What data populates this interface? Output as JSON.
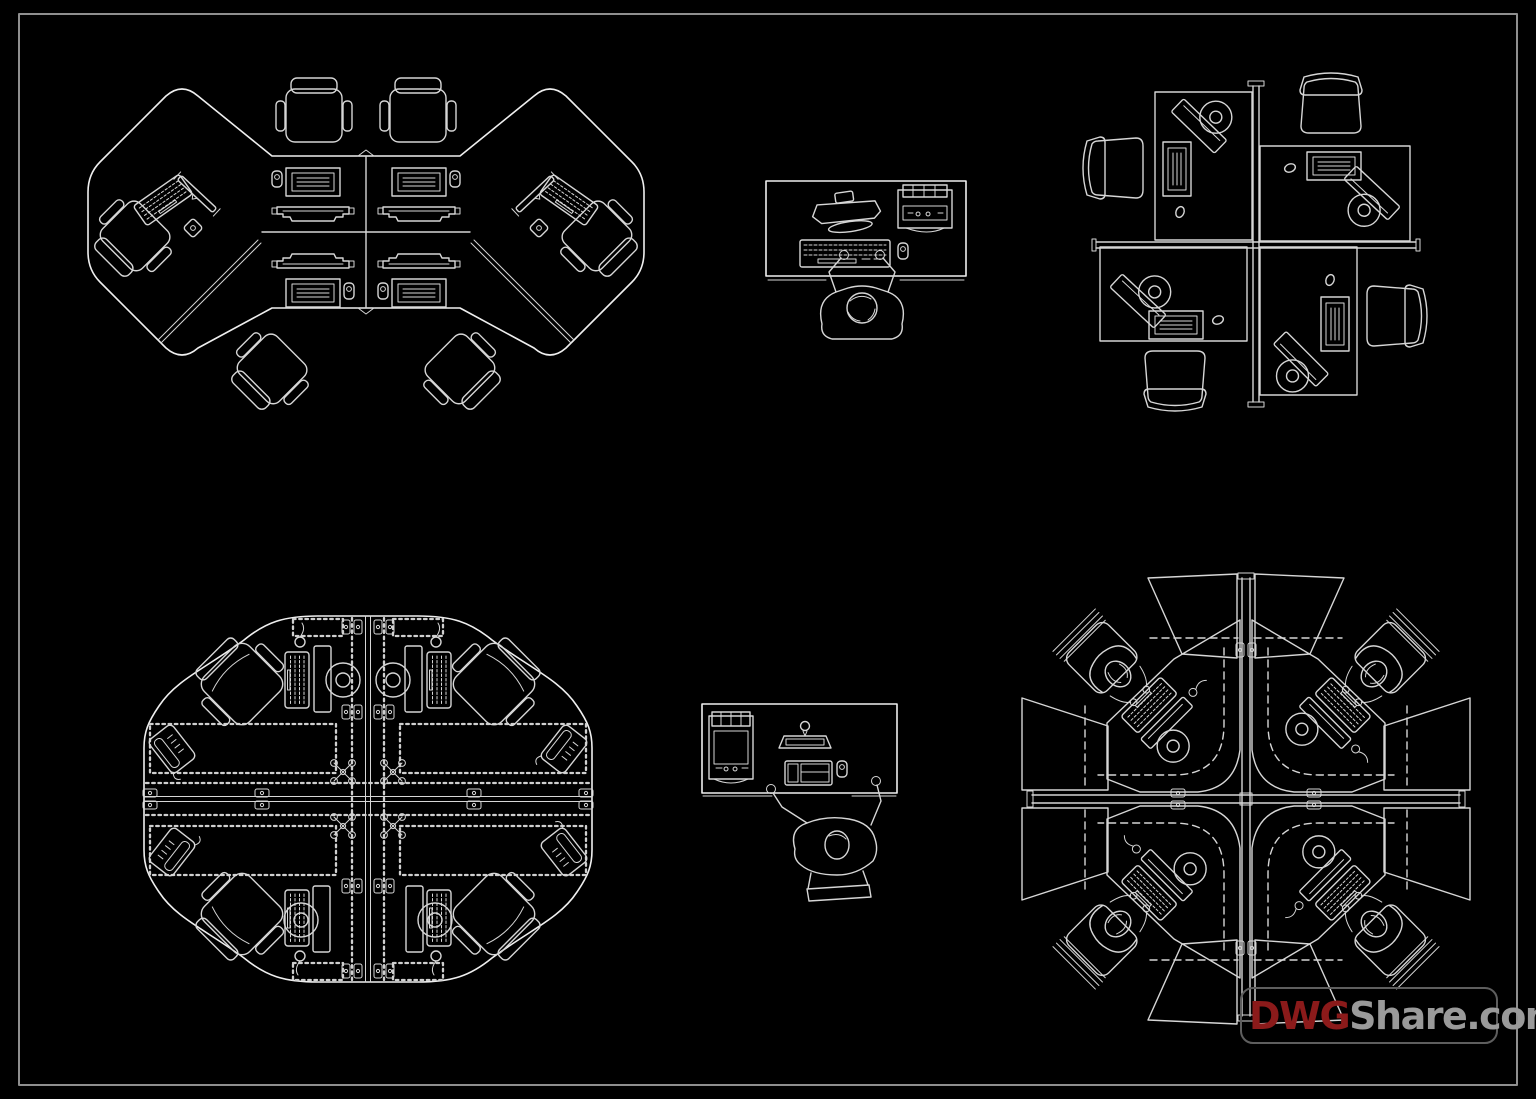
{
  "theme": {
    "background": "#000000",
    "line_color": "#d6d6d6",
    "bright_line": "#efefef",
    "dim_line": "#9a9a9a",
    "frame_color": "#8f8f8f",
    "watermark_red": "#8B1A1A",
    "watermark_gray": "#9A9A9A"
  },
  "watermark": {
    "prefix": "DWG",
    "suffix": "Share.com"
  },
  "blocks": [
    {
      "id": "workstation-cluster-6-seats",
      "label": "six seat Y-cluster workstation with task chairs, keyboards and flat monitors"
    },
    {
      "id": "single-desk-user-typing",
      "label": "single desk, seated user typing, monitor, printer, keyboard, mouse"
    },
    {
      "id": "pinwheel-4-desks",
      "label": "four desks pinwheel around cross partition, CRT monitors, shell chairs"
    },
    {
      "id": "cross-cluster-4-seats",
      "label": "four seat cross cluster with dashed partitions, monitors, phones, chairs"
    },
    {
      "id": "single-desk-user-stretching",
      "label": "single desk, seated user, printer, flat monitor with webcam, keyboard, mouse"
    },
    {
      "id": "pod-4-users-privacy-screens",
      "label": "four user pod with privacy screens, seated figures, keyboards, CRT monitors"
    }
  ]
}
